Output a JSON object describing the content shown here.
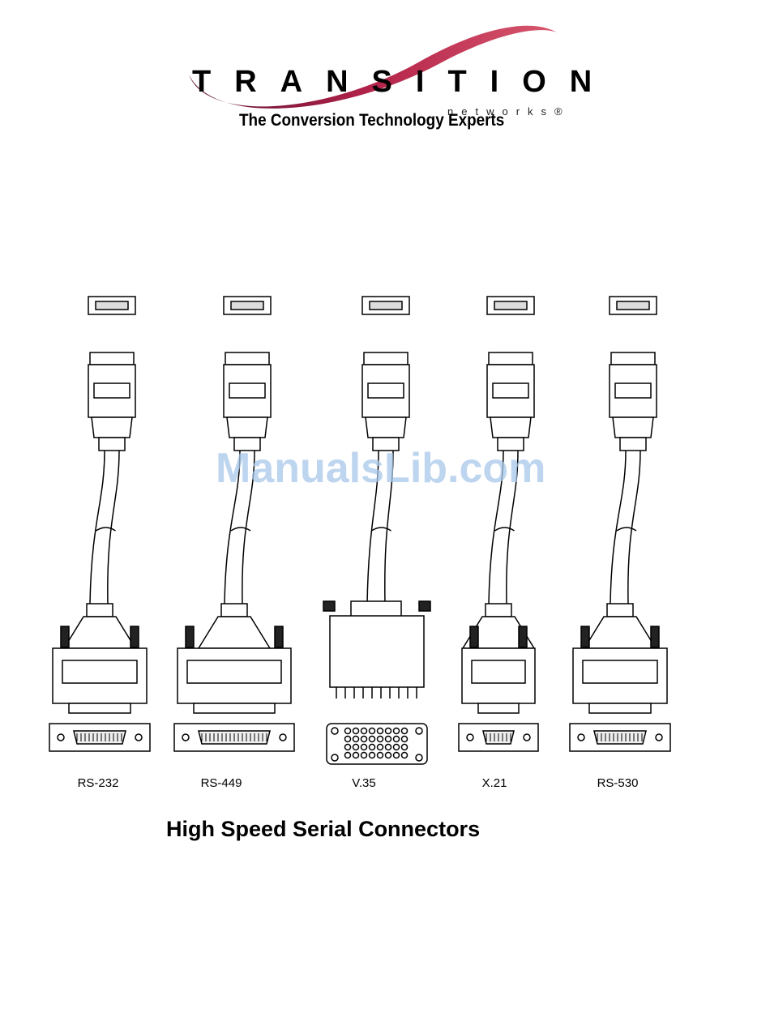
{
  "logo": {
    "wordmark": "TRANSITION",
    "subword": "networks®",
    "tagline": "The Conversion Technology Experts",
    "swoosh_color": "#8c1d3f"
  },
  "watermark": "ManualsLib.com",
  "connectors": [
    {
      "label": "RS-232",
      "face": "db25"
    },
    {
      "label": "RS-449",
      "face": "db37"
    },
    {
      "label": "V.35",
      "face": "m34"
    },
    {
      "label": "X.21",
      "face": "db15"
    },
    {
      "label": "RS-530",
      "face": "db25"
    }
  ],
  "caption": "High Speed Serial Connectors"
}
